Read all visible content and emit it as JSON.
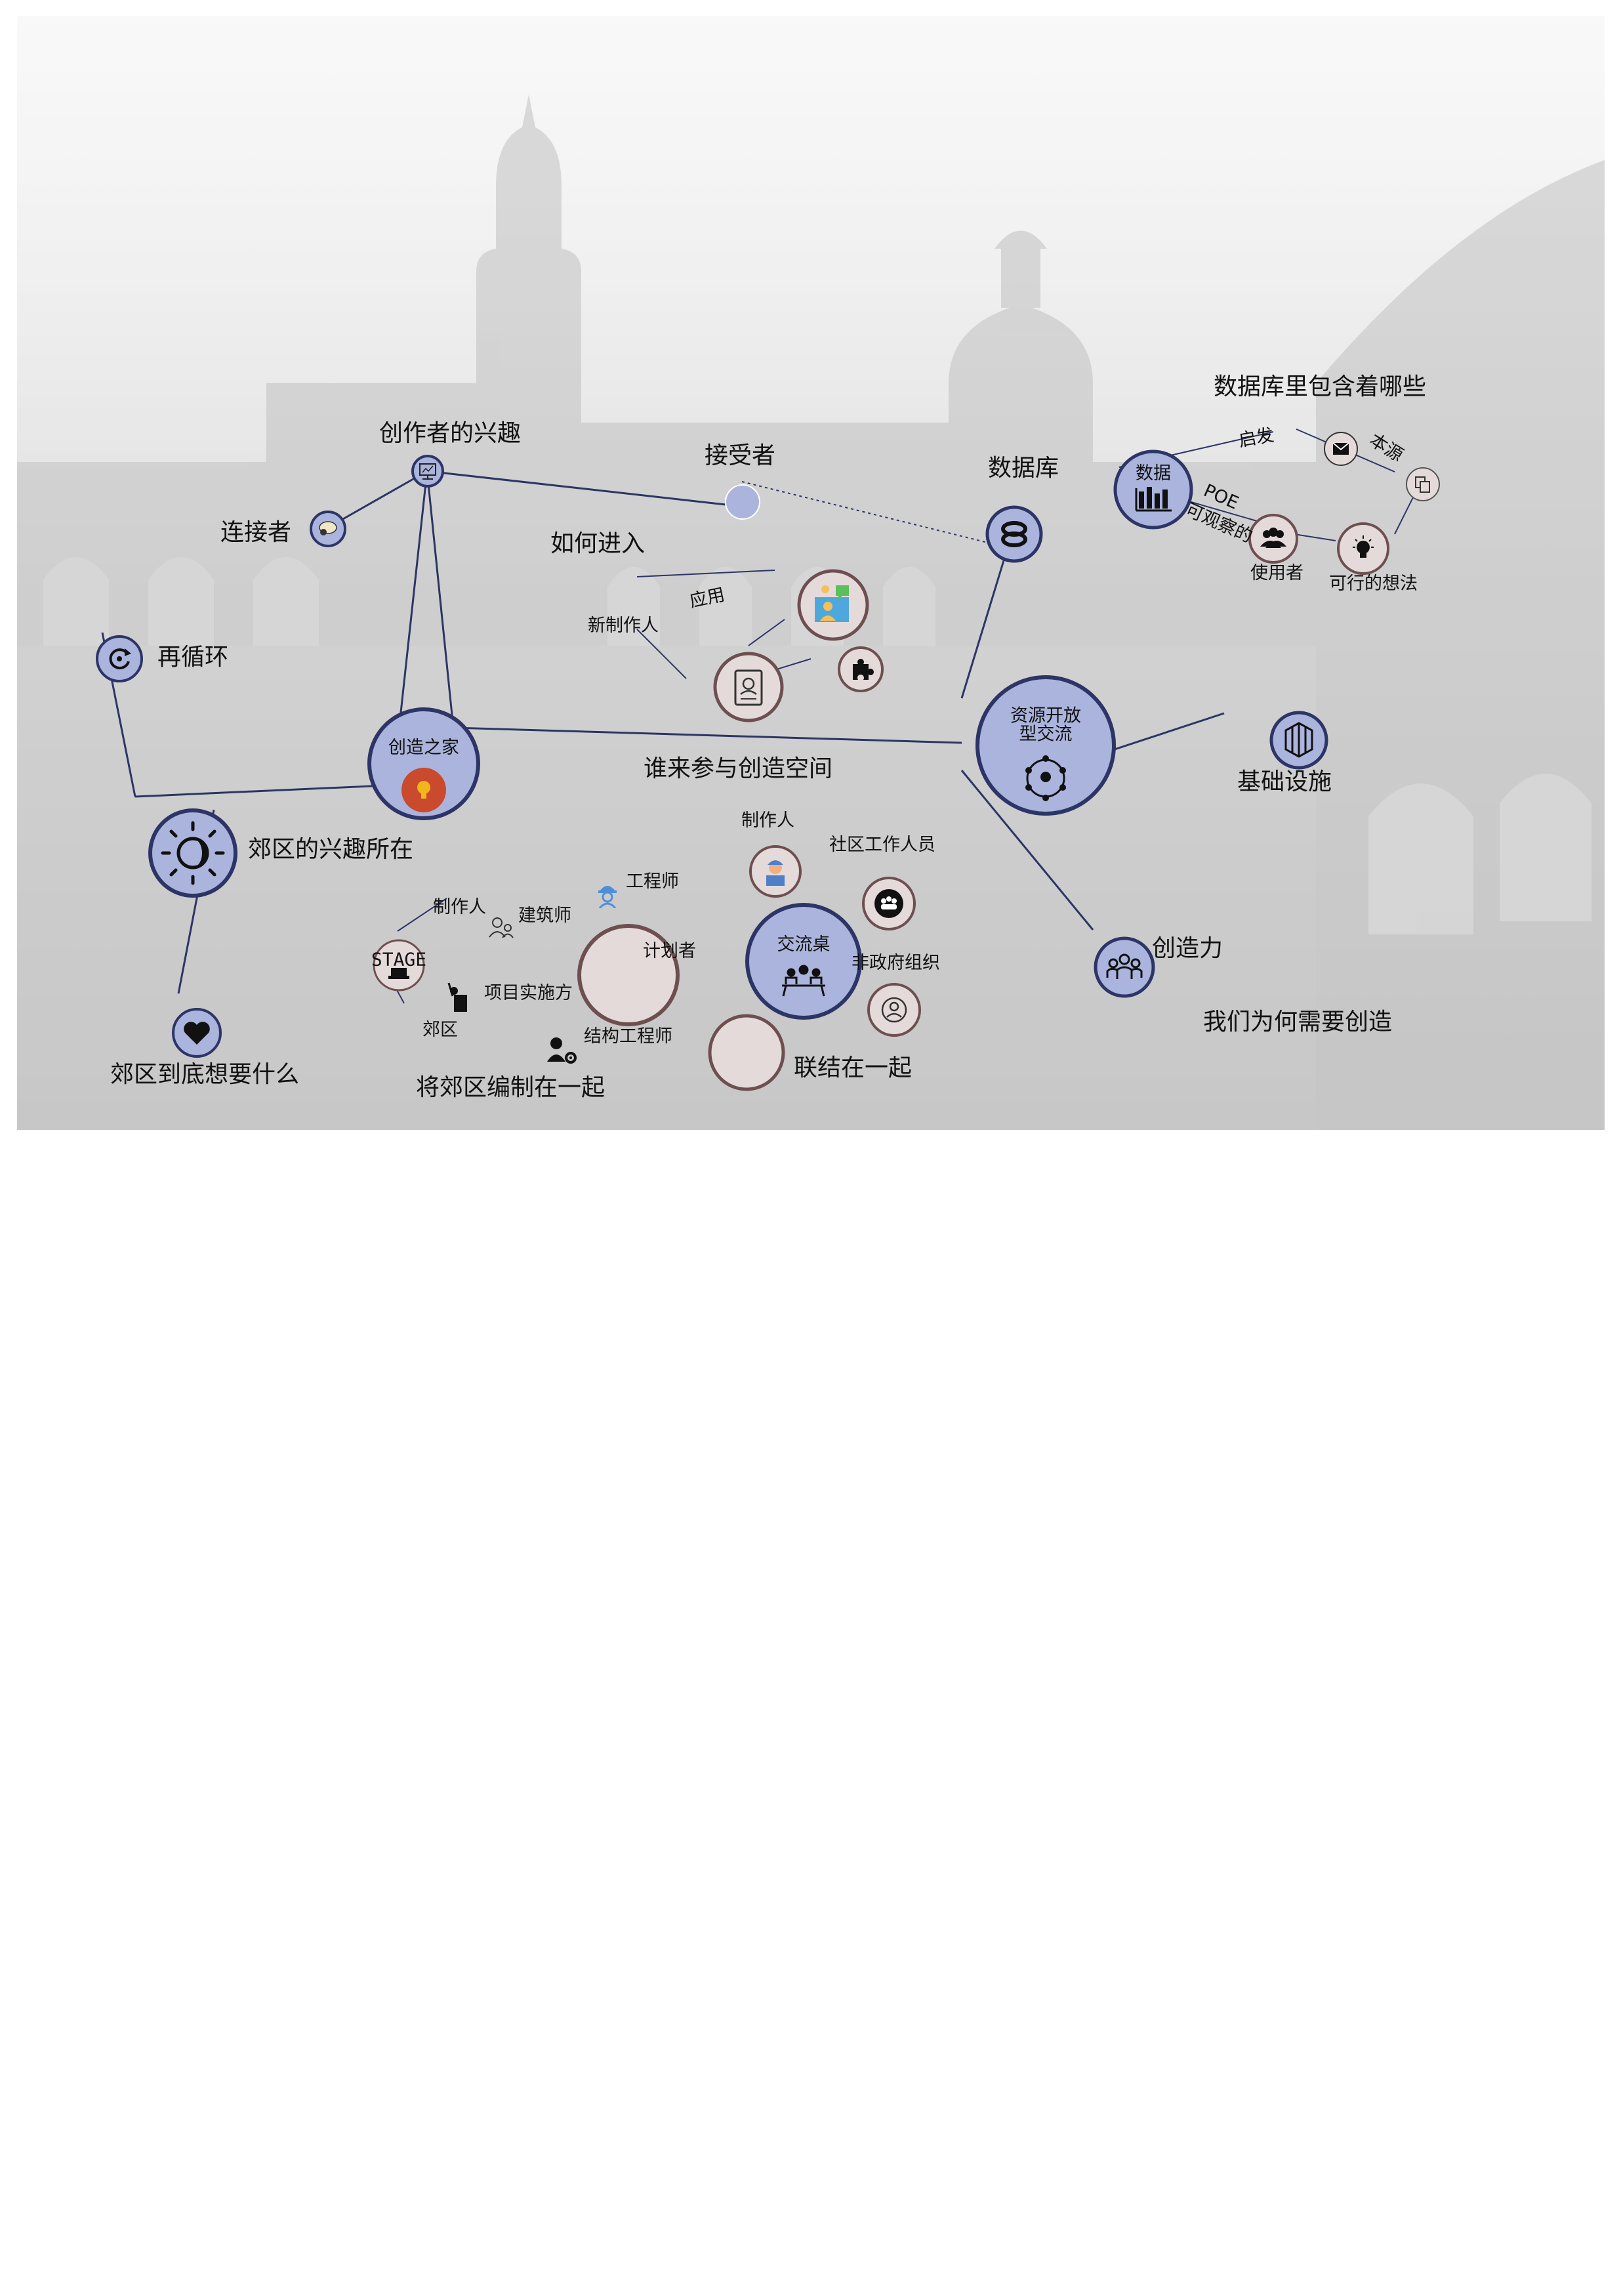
{
  "labels": {
    "create_interest": "创作者的兴趣",
    "connector": "连接者",
    "receiver": "接受者",
    "how_enter": "如何进入",
    "database": "数据库",
    "db_contents": "数据库里包含着哪些",
    "data": "数据",
    "inspire": "启发",
    "origin": "本源",
    "poe": "POE",
    "observable": "可观察的",
    "user": "使用者",
    "feasible_idea": "可行的想法",
    "recycle": "再循环",
    "new_maker": "新制作人",
    "apply": "应用",
    "creation_home": "创造之家",
    "who_participates": "谁来参与创造空间",
    "open_exchange": "资源开放\n型交流",
    "infrastructure": "基础设施",
    "suburb_interest": "郊区的兴趣所在",
    "maker_top": "制作人",
    "social_worker": "社区工作人员",
    "engineer": "工程师",
    "maker_left": "制作人",
    "architect": "建筑师",
    "planner": "计划者",
    "exchange_table": "交流桌",
    "ngo": "非政府组织",
    "creativity": "创造力",
    "stage": "STAGE",
    "implementer": "项目实施方",
    "suburb": "郊区",
    "structural_engineer": "结构工程师",
    "why_create": "我们为何需要创造",
    "suburb_want": "郊区到底想要什么",
    "weave_suburb": "将郊区编制在一起",
    "link_together": "联结在一起"
  },
  "colors": {
    "node_blue": "#aab4dc",
    "node_border": "#2c3566",
    "node_beige": "#e5dada",
    "node_beige_border": "#6e4f4f",
    "line": "#2c3566",
    "bulb_red": "#c94a2c",
    "bulb_yellow": "#f2b51d"
  },
  "icons": [
    "monitor-icon",
    "speech-bubble-icon",
    "database-ring-icon",
    "bar-chart-icon",
    "envelope-icon",
    "copy-icon",
    "people-group-icon",
    "bulb-gear-icon",
    "recycle-icon",
    "video-call-icon",
    "id-card-icon",
    "puzzle-icon",
    "lightbulb-icon",
    "network-bulb-icon",
    "building-blocks-icon",
    "sun-moon-icon",
    "heart-icon",
    "worker-icon",
    "helmet-engineer-icon",
    "user-outline-icon",
    "presenter-icon",
    "user-gear-icon",
    "meeting-table-icon",
    "team-icon",
    "community-icon",
    "person-circle-icon"
  ]
}
